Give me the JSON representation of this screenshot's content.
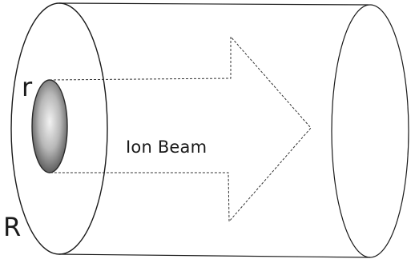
{
  "labels": {
    "inner_radius": "r",
    "outer_radius": "R",
    "beam": "Ion Beam"
  },
  "colors": {
    "line": "#1a1a1a",
    "background": "#ffffff",
    "beam_spot_center": "#eeeeee",
    "beam_spot_edge": "#6e6e6e"
  }
}
